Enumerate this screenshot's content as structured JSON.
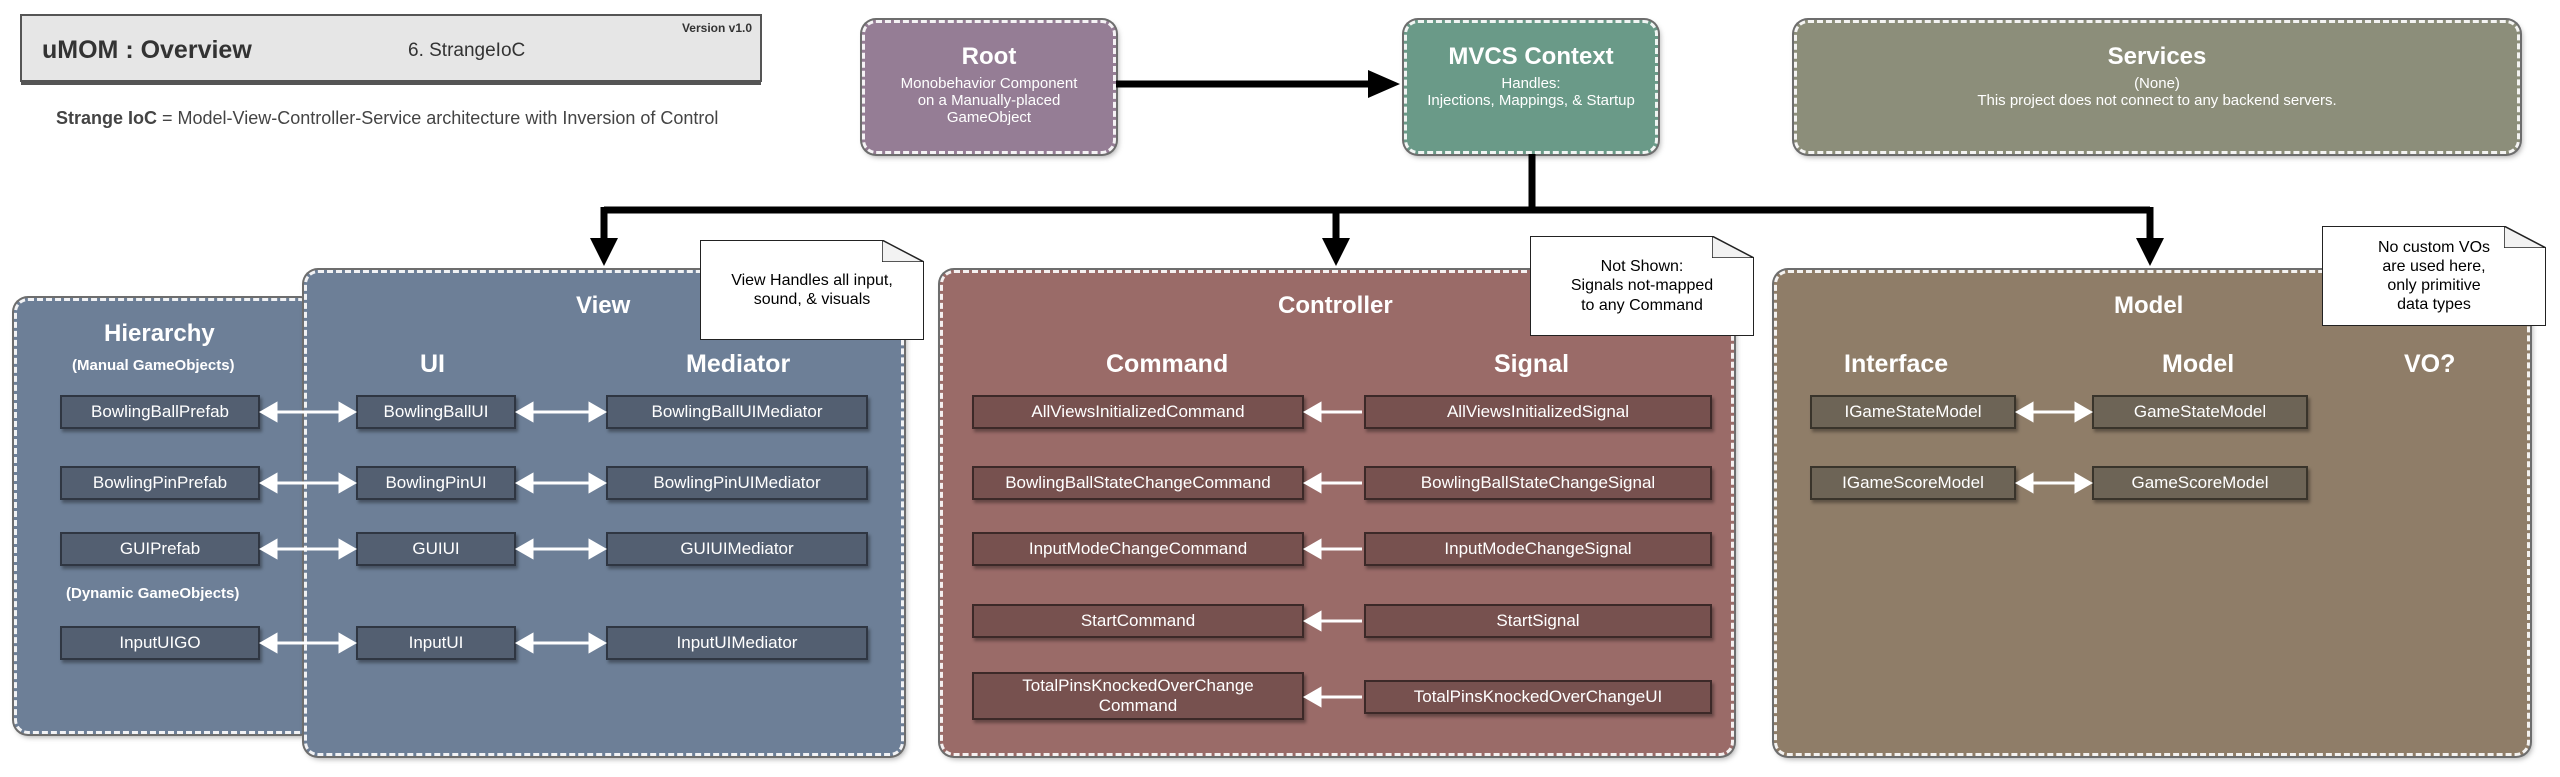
{
  "header": {
    "title": "uMOM : Overview",
    "section": "6. StrangeIoC",
    "version": "Version v1.0",
    "tagline_bold": "Strange IoC",
    "tagline_rest": " = Model-View-Controller-Service architecture with Inversion of Control"
  },
  "root": {
    "title": "Root",
    "line1": "Monobehavior Component",
    "line2": "on a Manually-placed",
    "line3": "GameObject"
  },
  "context": {
    "title": "MVCS Context",
    "line1": "Handles:",
    "line2": "Injections, Mappings, & Startup"
  },
  "services": {
    "title": "Services",
    "line1": "(None)",
    "line2": "This project does not connect to any backend servers."
  },
  "hierarchy": {
    "title": "Hierarchy",
    "manual_label": "(Manual GameObjects)",
    "dynamic_label": "(Dynamic GameObjects)",
    "items": [
      "BowlingBallPrefab",
      "BowlingPinPrefab",
      "GUIPrefab",
      "InputUIGO"
    ]
  },
  "view": {
    "title": "View",
    "ui_header": "UI",
    "mediator_header": "Mediator",
    "ui_items": [
      "BowlingBallUI",
      "BowlingPinUI",
      "GUIUI",
      "InputUI"
    ],
    "mediator_items": [
      "BowlingBallUIMediator",
      "BowlingPinUIMediator",
      "GUIUIMediator",
      "InputUIMediator"
    ],
    "note_line1": "View Handles all input,",
    "note_line2": "sound, & visuals"
  },
  "controller": {
    "title": "Controller",
    "command_header": "Command",
    "signal_header": "Signal",
    "commands": [
      "AllViewsInitializedCommand",
      "BowlingBallStateChangeCommand",
      "InputModeChangeCommand",
      "StartCommand"
    ],
    "last_command_line1": "TotalPinsKnockedOverChange",
    "last_command_line2": "Command",
    "signals": [
      "AllViewsInitializedSignal",
      "BowlingBallStateChangeSignal",
      "InputModeChangeSignal",
      "StartSignal",
      "TotalPinsKnockedOverChangeUI"
    ],
    "note_line1": "Not Shown:",
    "note_line2": "Signals not-mapped",
    "note_line3": "to any Command"
  },
  "model": {
    "title": "Model",
    "interface_header": "Interface",
    "model_header": "Model",
    "vo_header": "VO?",
    "interfaces": [
      "IGameStateModel",
      "IGameScoreModel"
    ],
    "models": [
      "GameStateModel",
      "GameScoreModel"
    ],
    "note_line1": "No custom VOs",
    "note_line2": "are used here,",
    "note_line3": "only primitive",
    "note_line4": "data types"
  },
  "colors": {
    "root": "#957d95",
    "context": "#6a9a88",
    "services": "#8c8e7a",
    "view": "#6d7f97",
    "controller": "#9a6b68",
    "model": "#8f7d68"
  }
}
